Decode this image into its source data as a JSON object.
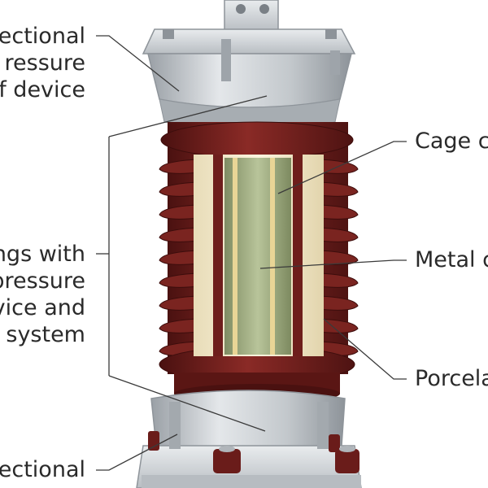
{
  "labels": {
    "top_left": [
      "ectional",
      "ressure",
      "f device"
    ],
    "middle_left": [
      "ngs with",
      "pressure",
      "vice and",
      "system"
    ],
    "bottom_left": [
      "ectional"
    ],
    "right_cage": "Cage c",
    "right_metal": "Metal c",
    "right_porcelain": "Porcela"
  },
  "colors": {
    "housing": "#c9cdd1",
    "porcelain_shed": "#6a1c1a",
    "inner_tube": "#f3ead2",
    "core": "#a9b48a",
    "leader_line": "#3a3a3a"
  }
}
